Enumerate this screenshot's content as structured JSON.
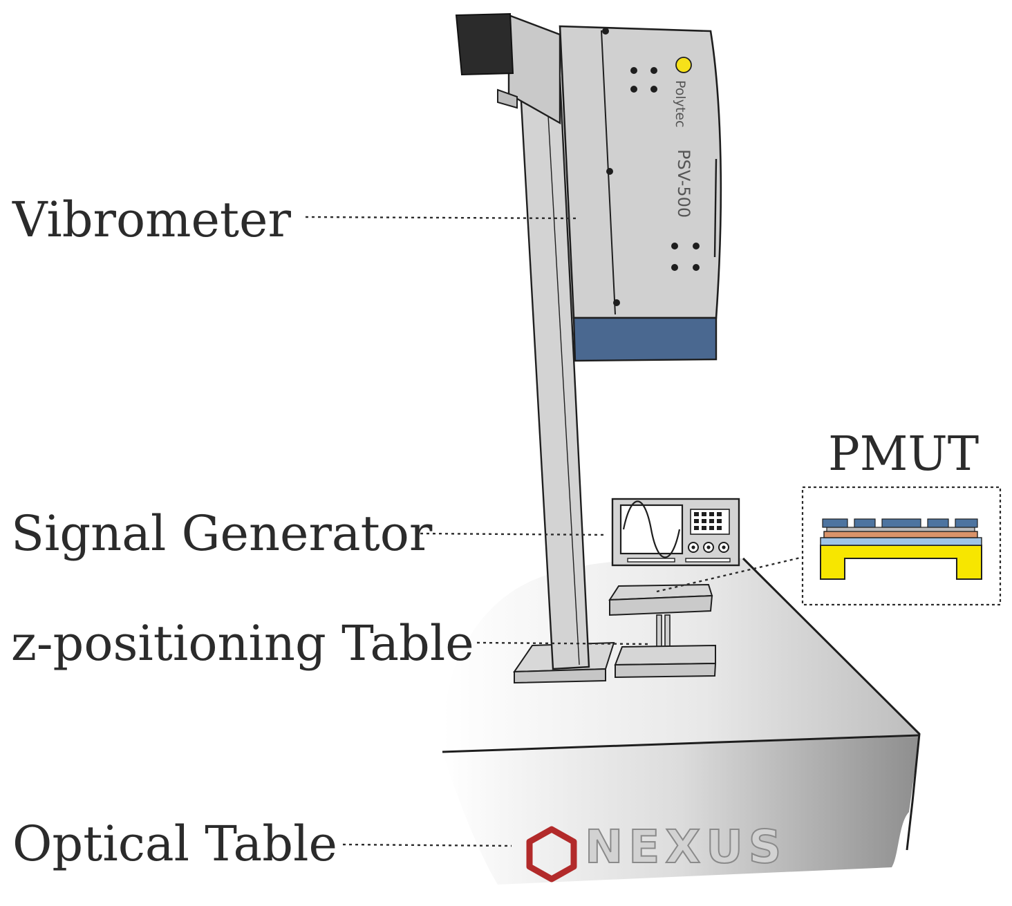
{
  "labels": {
    "vibrometer": "Vibrometer",
    "signal_generator": "Signal Generator",
    "z_positioning_table": "z-positioning Table",
    "optical_table": "Optical Table",
    "pmut": "PMUT"
  },
  "device_text": {
    "brand": "Polytec",
    "model": "PSV-500"
  },
  "logo": {
    "name": "hexagon-logo-icon",
    "text": "NEXUS"
  },
  "colors": {
    "vibrometer_body": "#d0d0d0",
    "vibrometer_lens": "#4a6890",
    "indicator_led": "#f6e11a",
    "pmut_substrate": "#f7e600",
    "pmut_electrode": "#4d74a0",
    "pmut_piezo": "#d9936a",
    "pmut_layer": "#9fc4e8",
    "logo_hexagon": "#b22a2a"
  }
}
